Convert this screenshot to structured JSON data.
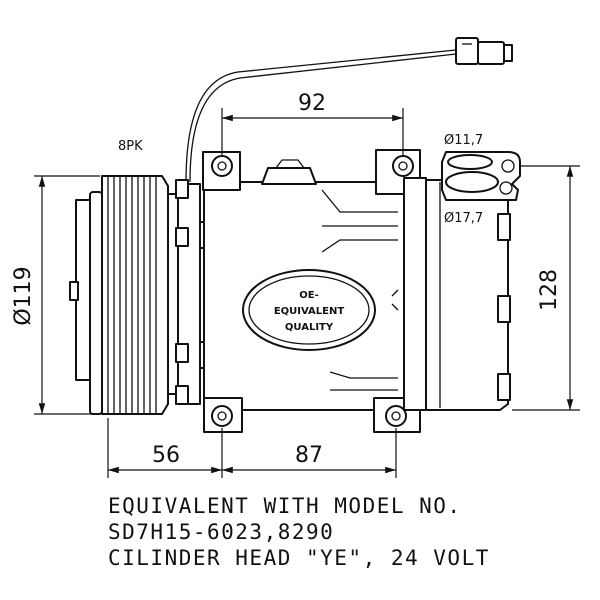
{
  "labels": {
    "belt": "8PK",
    "hole_small": "Ø11,7",
    "hole_large": "Ø17,7",
    "pulley_dia": "Ø119",
    "top_width": "92",
    "height": "128",
    "offset_left": "56",
    "mount_spacing": "87"
  },
  "badge": {
    "line1": "OE-",
    "line2": "EQUIVALENT",
    "line3": "QUALITY"
  },
  "caption": {
    "line1": "EQUIVALENT WITH MODEL NO.",
    "line2": "SD7H15-6023,8290",
    "line3": "CILINDER HEAD \"YE\", 24 VOLT"
  }
}
